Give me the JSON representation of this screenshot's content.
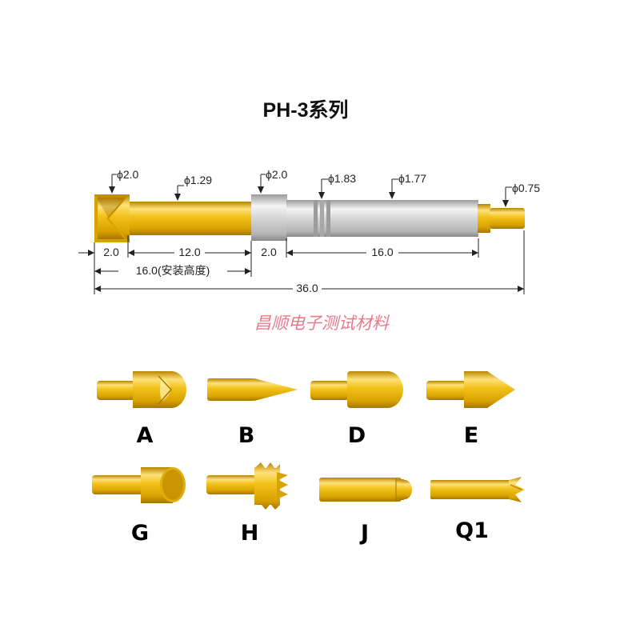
{
  "title": "PH-3系列",
  "diameters": {
    "d_cup": "ϕ2.0",
    "d_plunger": "ϕ1.29",
    "d_barrel": "ϕ2.0",
    "d_crimp": "ϕ1.83",
    "d_body": "ϕ1.77",
    "d_tail": "ϕ0.75"
  },
  "lengths": {
    "l_head": "2.0",
    "l_plunger": "12.0",
    "l_collar": "2.0",
    "l_body": "16.0",
    "l_install": "16.0(安装高度)",
    "l_total": "36.0"
  },
  "brand": "昌顺电子测试材料",
  "tips": [
    "A",
    "B",
    "D",
    "E",
    "G",
    "H",
    "J",
    "Q1"
  ],
  "colors": {
    "gold": "#e8b400",
    "gold_light": "#ffe066",
    "gold_dark": "#b07e00",
    "silver": "#c9c9c9",
    "silver_light": "#f3f3f3",
    "silver_dark": "#8f8f8f",
    "brand": "#e87a8a"
  }
}
